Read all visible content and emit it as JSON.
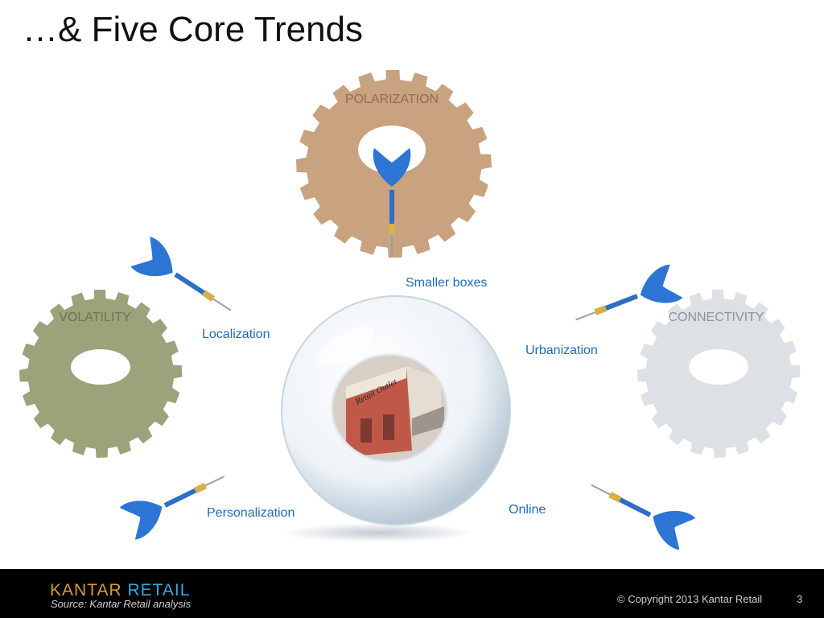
{
  "title": "…& Five Core Trends",
  "gears": {
    "top": "POLARIZATION",
    "left": "VOLATILITY",
    "right": "CONNECTIVITY"
  },
  "globe_sign": "Retail Outlet",
  "trends": {
    "smaller_boxes": "Smaller boxes",
    "localization": "Localization",
    "urbanization": "Urbanization",
    "personalization": "Personalization",
    "online": "Online"
  },
  "footer": {
    "brand_part1": "KANTAR",
    "brand_part2": "RETAIL",
    "source": "Source: Kantar Retail analysis",
    "copyright": "© Copyright 2013 Kantar Retail",
    "page": "3"
  },
  "colors": {
    "trend_text": "#1f6db5",
    "gear_top": "#c9a27f",
    "gear_left": "#9aa37a",
    "gear_right": "#dde1e5",
    "dart_flight": "#2c75d4",
    "footer_bg": "#000000"
  },
  "icons": [
    "gear-icon",
    "dart-icon",
    "crystal-ball-icon"
  ]
}
